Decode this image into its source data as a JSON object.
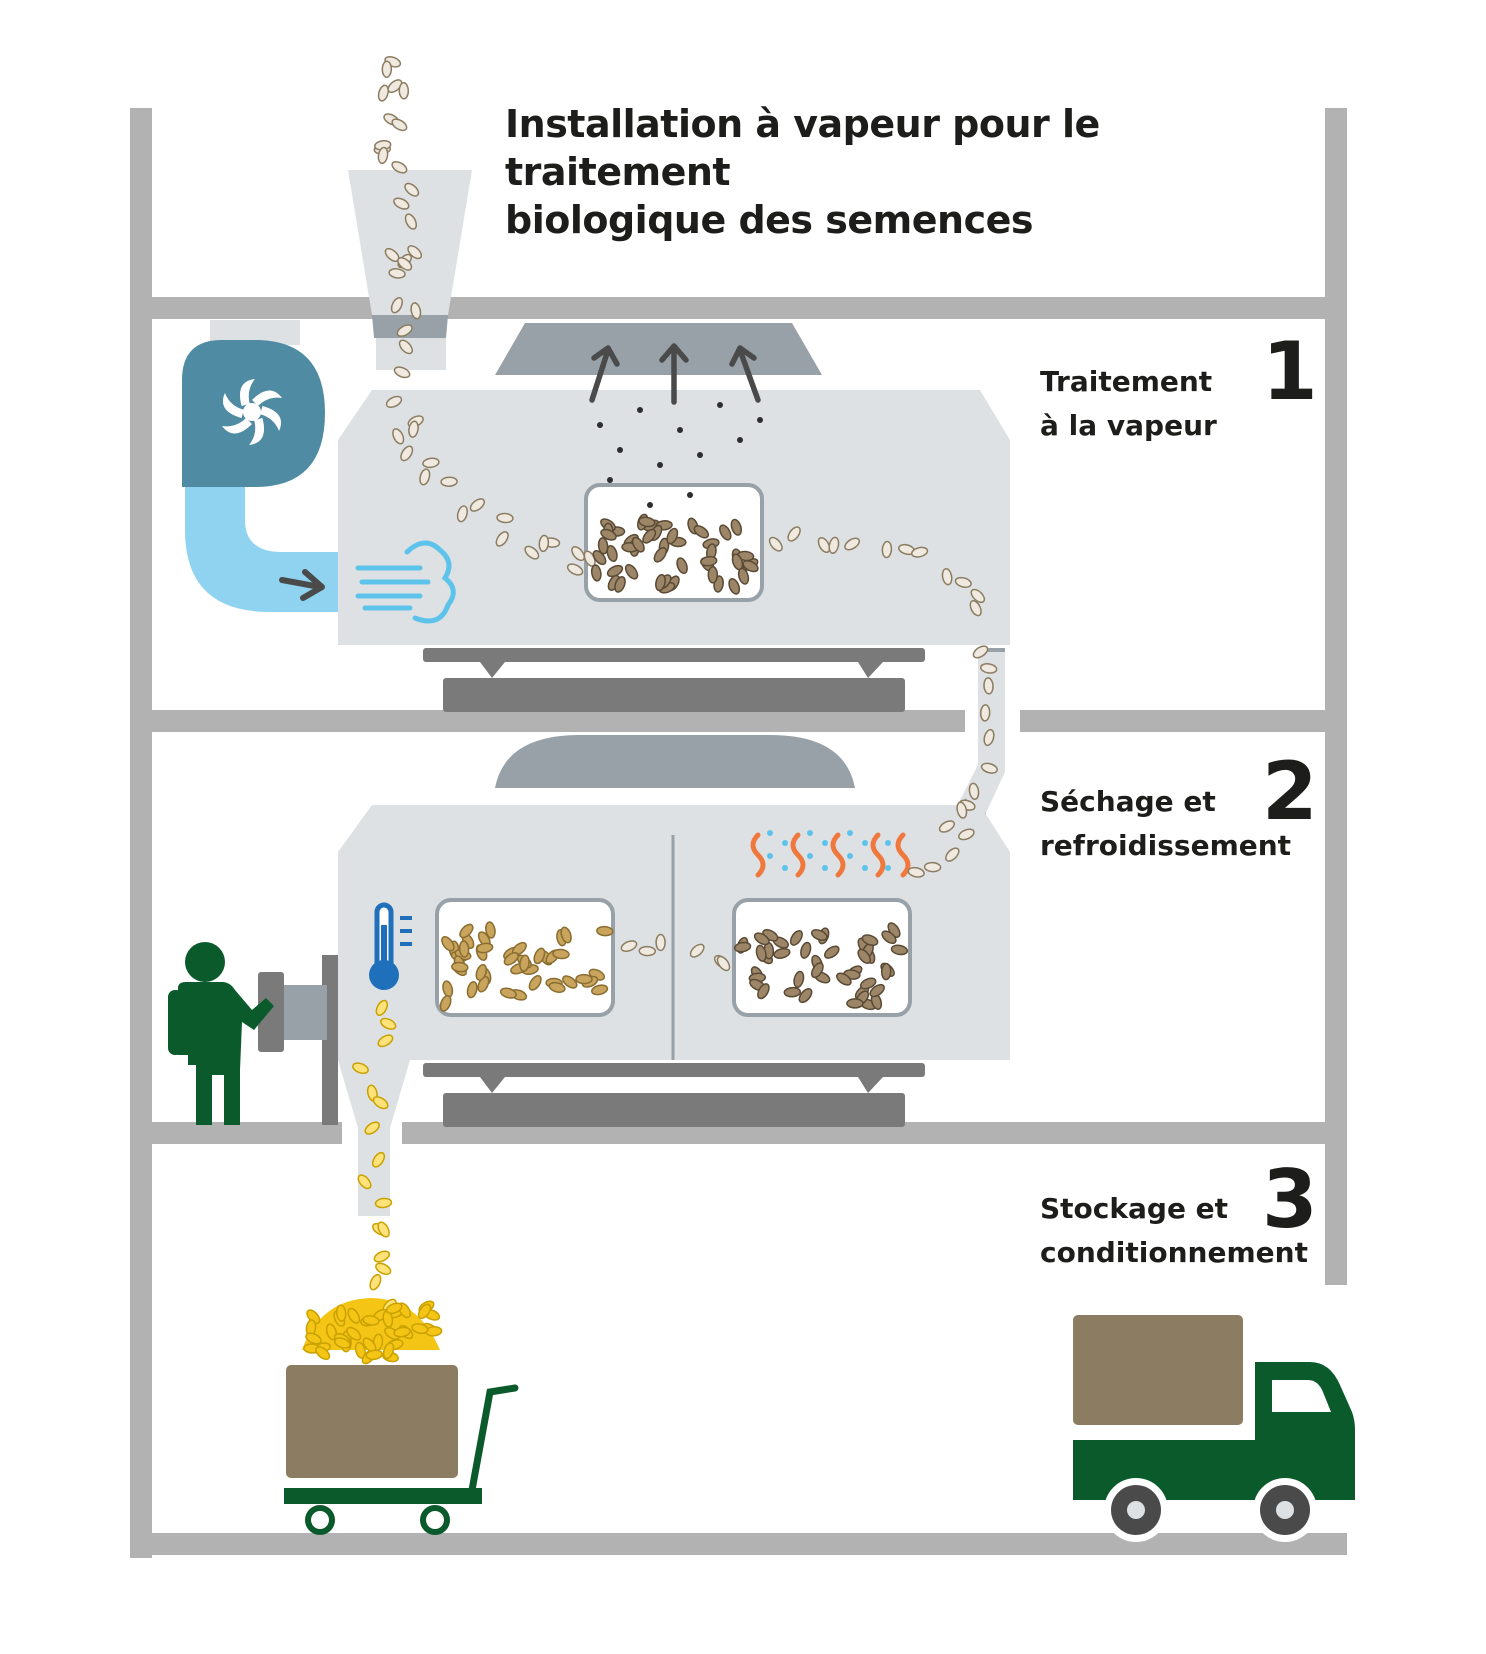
{
  "title": {
    "line1": "Installation à vapeur pour le traitement",
    "line2": "biologique des semences"
  },
  "steps": [
    {
      "number": "1",
      "line1": "Traitement",
      "line2": "à la vapeur"
    },
    {
      "number": "2",
      "line1": "Séchage et",
      "line2": "refroidissement"
    },
    {
      "number": "3",
      "line1": "Stockage et",
      "line2": "conditionnement"
    }
  ],
  "icons": [
    "fan-icon",
    "air-flow-icon",
    "arrow-right-icon",
    "steam-arrow-icon",
    "thermometer-icon",
    "heat-wave-icon",
    "person-icon",
    "cart-icon",
    "truck-icon",
    "seed-icon"
  ],
  "colors": {
    "frame": "#b2b2b2",
    "machine": "#dde1e4",
    "machine_dark": "#7a7a7a",
    "hood": "#97a1a7",
    "fan": "#4f8ba3",
    "air_pipe": "#8fd3f0",
    "seed_raw": "#c9bfae",
    "seed_treated": "#9c8667",
    "seed_dry": "#c8a45c",
    "seed_final": "#f4c514",
    "heat": "#f0783c",
    "cold": "#5ec3ea",
    "green": "#0a5a2c",
    "box": "#8c7d62"
  }
}
